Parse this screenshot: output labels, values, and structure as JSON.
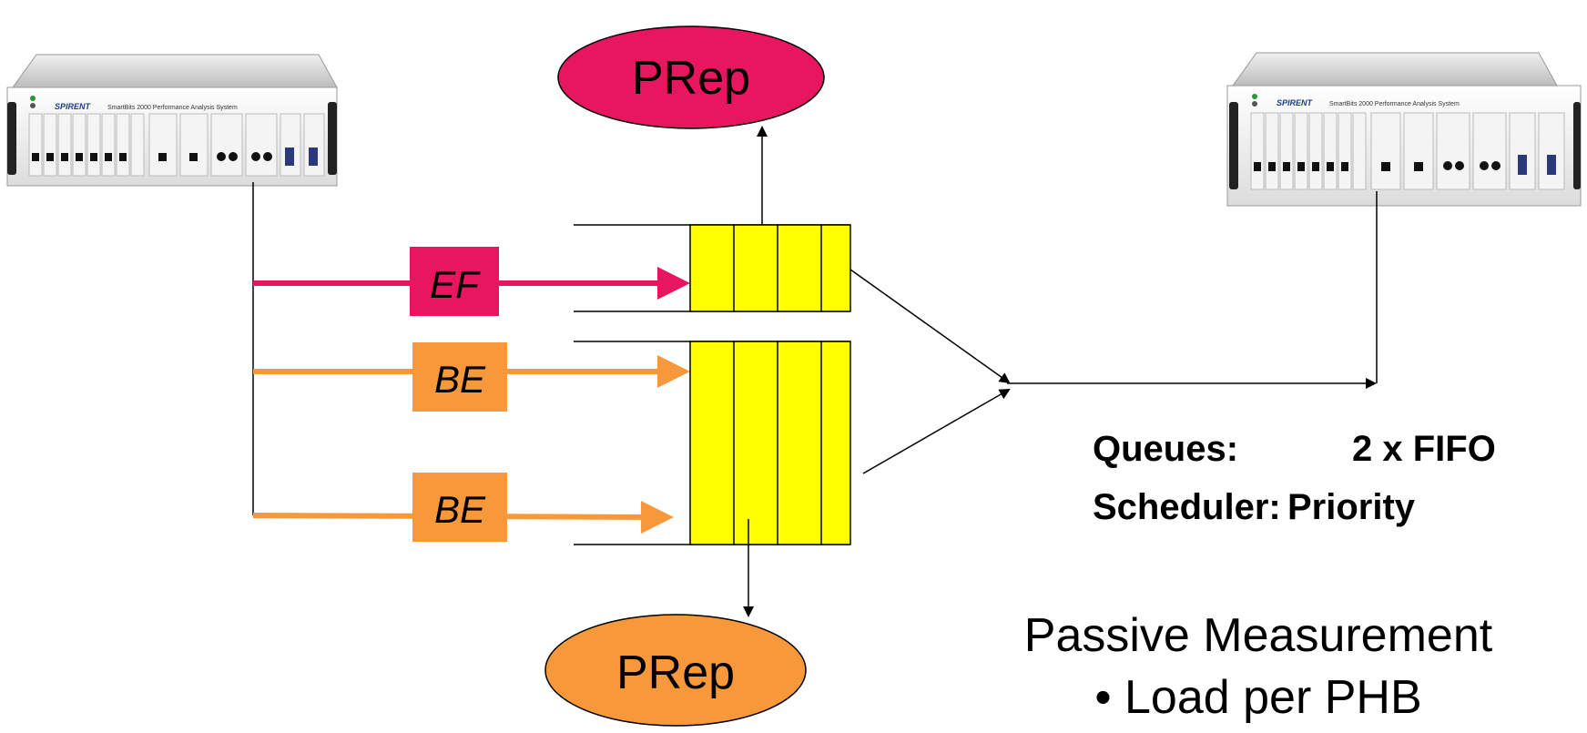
{
  "devices": {
    "left": {
      "brand": "SPIRENT",
      "model": "SmartBits 2000 Performance Analysis System"
    },
    "right": {
      "brand": "SPIRENT",
      "model": "SmartBits 2000 Performance Analysis System"
    }
  },
  "flows": [
    {
      "label": "EF",
      "color": "#e8155f"
    },
    {
      "label": "BE",
      "color": "#f7993a"
    },
    {
      "label": "BE",
      "color": "#f7993a"
    }
  ],
  "prep_top": {
    "label": "PRep",
    "color": "#e8155f"
  },
  "prep_bottom": {
    "label": "PRep",
    "color": "#f7993a"
  },
  "queue_color": "#ffff00",
  "config": {
    "line1_key": "Queues:",
    "line1_value": "2 x FIFO",
    "line2_key": "Scheduler:",
    "line2_value": "Priority"
  },
  "measurement": {
    "title": "Passive Measurement",
    "bullets": [
      "• Load per PHB"
    ]
  }
}
